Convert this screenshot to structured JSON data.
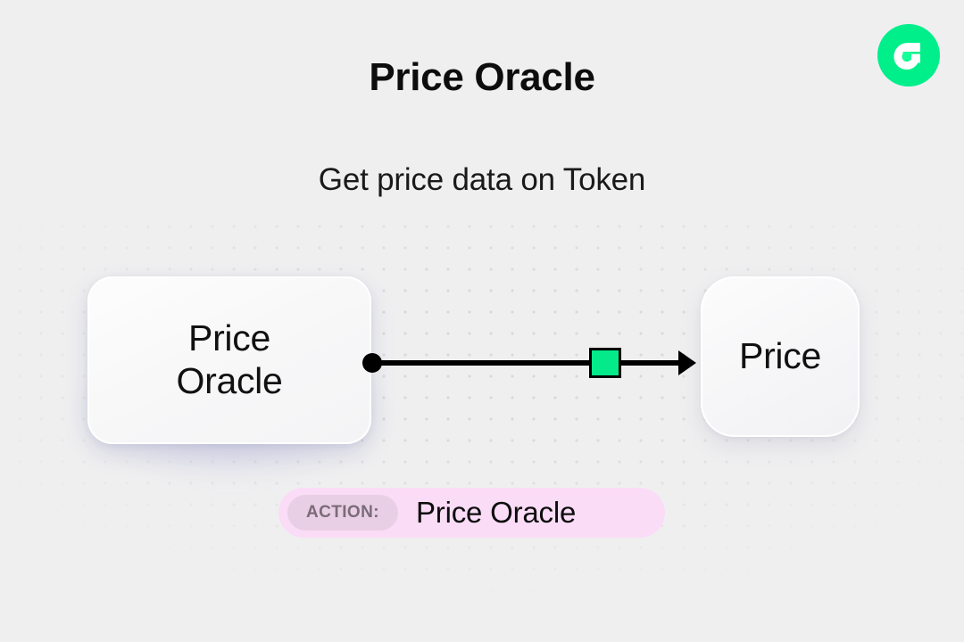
{
  "header": {
    "title": "Price Oracle",
    "subtitle": "Get price data on Token",
    "logo_name": "flow-logo"
  },
  "diagram": {
    "source_node": {
      "label_line1": "Price",
      "label_line2": "Oracle"
    },
    "target_node": {
      "label": "Price"
    },
    "connector": {
      "start_marker": "dot",
      "end_marker": "arrowhead",
      "mid_node": "action-square"
    }
  },
  "action_badge": {
    "tag": "ACTION:",
    "value": "Price Oracle"
  },
  "colors": {
    "background": "#EFEFF0",
    "brand_green": "#00EF8B",
    "action_square_green": "#04E989",
    "badge_pink": "#FBDCF7",
    "badge_tag_pink": "#E9CFE5",
    "badge_tag_text": "#7B6B79",
    "text_primary": "#0D0D0D",
    "dot_grid": "#D9D9DC",
    "connector_stroke": "#000000"
  }
}
